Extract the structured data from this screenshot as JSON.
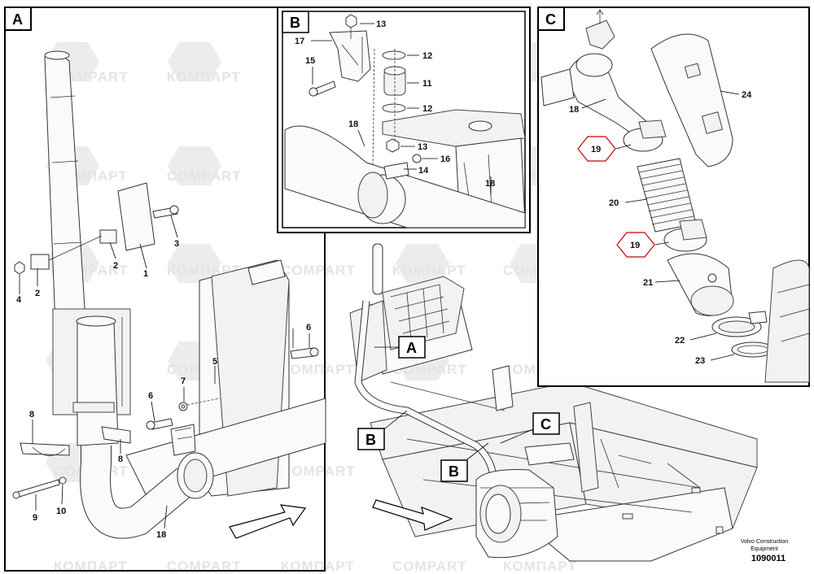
{
  "panels": {
    "A": "A",
    "B": "B",
    "C": "C"
  },
  "overview_callouts": [
    "A",
    "B",
    "C",
    "B"
  ],
  "watermark": {
    "latin": "COMPART",
    "cyrillic": "КОМПАРТ"
  },
  "parts": {
    "p1": "1",
    "p2a": "2",
    "p2b": "2",
    "p3": "3",
    "p4": "4",
    "p5": "5",
    "p6a": "6",
    "p6b": "6",
    "p7": "7",
    "p8a": "8",
    "p8b": "8",
    "p9": "9",
    "p10": "10",
    "p11": "11",
    "p12a": "12",
    "p12b": "12",
    "p13a": "13",
    "p13b": "13",
    "p14": "14",
    "p15": "15",
    "p16": "16",
    "p17": "17",
    "p18a": "18",
    "p18b": "18",
    "p18c": "18",
    "p18d": "18",
    "p19a": "19",
    "p19b": "19",
    "p20": "20",
    "p21": "21",
    "p22": "22",
    "p23": "23",
    "p24": "24"
  },
  "footer": {
    "brand_line1": "Volvo Construction",
    "brand_line2": "Equipment",
    "drawing_number": "1090011"
  },
  "colors": {
    "highlight": "#cc0000",
    "watermark": "#e4e4e4",
    "line": "#000000"
  }
}
